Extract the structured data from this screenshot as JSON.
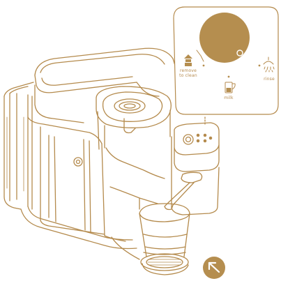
{
  "colors": {
    "accent": "#b58e4f",
    "line": "#b48a4c",
    "background": "#ffffff"
  },
  "callout": {
    "remove_label_line1": "remove",
    "remove_label_line2": "to clean",
    "rinse_label": "rinse",
    "milk_label": "milk"
  },
  "icons": {
    "remove": "arrow-up-cup-icon",
    "rinse": "shower-spray-icon",
    "milk": "milk-jug-icon",
    "action_button": "arrow-up-left-icon"
  }
}
